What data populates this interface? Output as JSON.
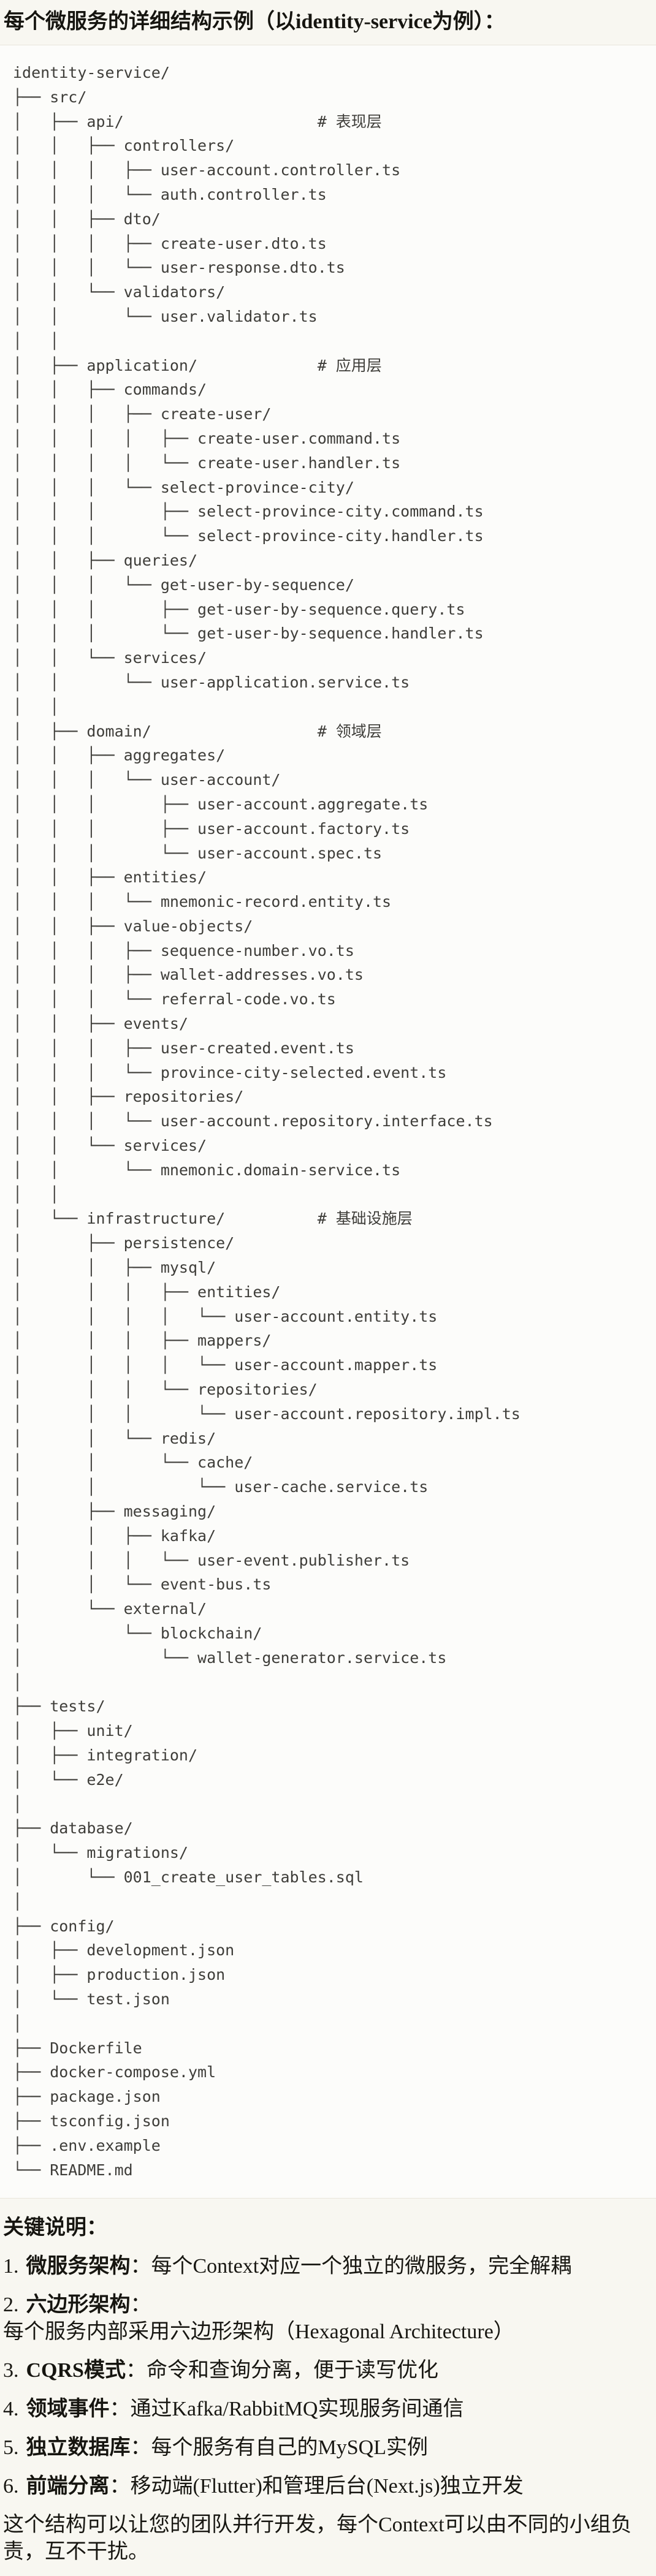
{
  "page": {
    "title": "每个微服务的详细结构示例（以identity-service为例）："
  },
  "code_block": {
    "language": "plaintext",
    "lines": [
      "identity-service/",
      "├── src/",
      "│   ├── api/                     # 表现层",
      "│   │   ├── controllers/",
      "│   │   │   ├── user-account.controller.ts",
      "│   │   │   └── auth.controller.ts",
      "│   │   ├── dto/",
      "│   │   │   ├── create-user.dto.ts",
      "│   │   │   └── user-response.dto.ts",
      "│   │   └── validators/",
      "│   │       └── user.validator.ts",
      "│   │",
      "│   ├── application/             # 应用层",
      "│   │   ├── commands/",
      "│   │   │   ├── create-user/",
      "│   │   │   │   ├── create-user.command.ts",
      "│   │   │   │   └── create-user.handler.ts",
      "│   │   │   └── select-province-city/",
      "│   │   │       ├── select-province-city.command.ts",
      "│   │   │       └── select-province-city.handler.ts",
      "│   │   ├── queries/",
      "│   │   │   └── get-user-by-sequence/",
      "│   │   │       ├── get-user-by-sequence.query.ts",
      "│   │   │       └── get-user-by-sequence.handler.ts",
      "│   │   └── services/",
      "│   │       └── user-application.service.ts",
      "│   │",
      "│   ├── domain/                  # 领域层",
      "│   │   ├── aggregates/",
      "│   │   │   └── user-account/",
      "│   │   │       ├── user-account.aggregate.ts",
      "│   │   │       ├── user-account.factory.ts",
      "│   │   │       └── user-account.spec.ts",
      "│   │   ├── entities/",
      "│   │   │   └── mnemonic-record.entity.ts",
      "│   │   ├── value-objects/",
      "│   │   │   ├── sequence-number.vo.ts",
      "│   │   │   ├── wallet-addresses.vo.ts",
      "│   │   │   └── referral-code.vo.ts",
      "│   │   ├── events/",
      "│   │   │   ├── user-created.event.ts",
      "│   │   │   └── province-city-selected.event.ts",
      "│   │   ├── repositories/",
      "│   │   │   └── user-account.repository.interface.ts",
      "│   │   └── services/",
      "│   │       └── mnemonic.domain-service.ts",
      "│   │",
      "│   └── infrastructure/          # 基础设施层",
      "│       ├── persistence/",
      "│       │   ├── mysql/",
      "│       │   │   ├── entities/",
      "│       │   │   │   └── user-account.entity.ts",
      "│       │   │   ├── mappers/",
      "│       │   │   │   └── user-account.mapper.ts",
      "│       │   │   └── repositories/",
      "│       │   │       └── user-account.repository.impl.ts",
      "│       │   └── redis/",
      "│       │       └── cache/",
      "│       │           └── user-cache.service.ts",
      "│       ├── messaging/",
      "│       │   ├── kafka/",
      "│       │   │   └── user-event.publisher.ts",
      "│       │   └── event-bus.ts",
      "│       └── external/",
      "│           └── blockchain/",
      "│               └── wallet-generator.service.ts",
      "│",
      "├── tests/",
      "│   ├── unit/",
      "│   ├── integration/",
      "│   └── e2e/",
      "│",
      "├── database/",
      "│   └── migrations/",
      "│       └── 001_create_user_tables.sql",
      "│",
      "├── config/",
      "│   ├── development.json",
      "│   ├── production.json",
      "│   └── test.json",
      "│",
      "├── Dockerfile",
      "├── docker-compose.yml",
      "├── package.json",
      "├── tsconfig.json",
      "├── .env.example",
      "└── README.md"
    ]
  },
  "notes": {
    "heading": "关键说明：",
    "items": [
      {
        "num": "1.",
        "label": "微服务架构",
        "colon": "：",
        "text": "每个Context对应一个独立的微服务，完全解耦"
      },
      {
        "num": "2.",
        "label": "六边形架构",
        "colon": "：",
        "text": "每个服务内部采用六边形架构（Hexagonal Architecture）"
      },
      {
        "num": "3.",
        "label": "CQRS模式",
        "colon": "：",
        "text": "命令和查询分离，便于读写优化"
      },
      {
        "num": "4.",
        "label": "领域事件",
        "colon": "：",
        "text": "通过Kafka/RabbitMQ实现服务间通信"
      },
      {
        "num": "5.",
        "label": "独立数据库",
        "colon": "：",
        "text": "每个服务有自己的MySQL实例"
      },
      {
        "num": "6.",
        "label": "前端分离",
        "colon": "：",
        "text": "移动端(Flutter)和管理后台(Next.js)独立开发"
      }
    ],
    "footer": "这个结构可以让您的团队并行开发，每个Context可以由不同的小组负责，互不干扰。"
  },
  "colors": {
    "page_bg": "#f8f7f1",
    "code_bg": "#fcfcfa",
    "code_border": "#e8e5dc",
    "code_text": "#3e3d39",
    "body_text": "#181712"
  }
}
